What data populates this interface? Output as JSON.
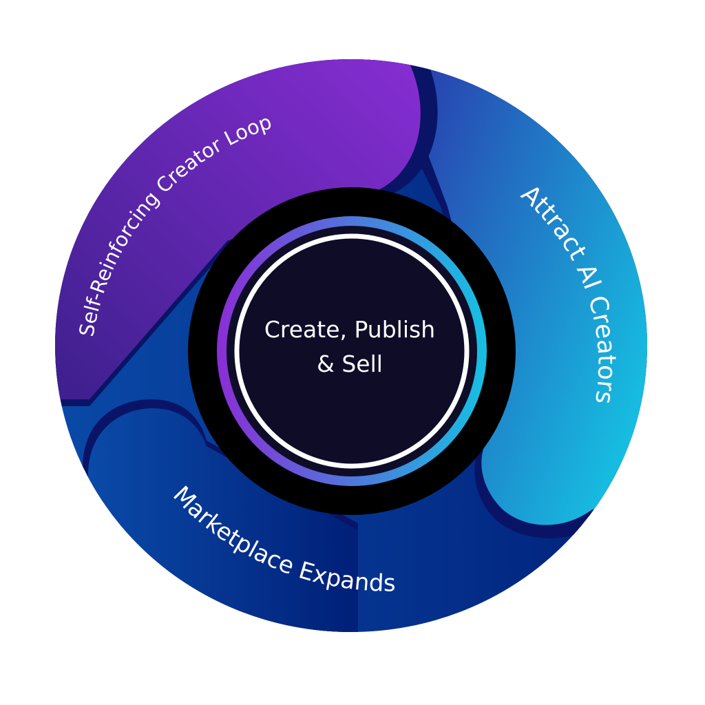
{
  "diagram": {
    "type": "cycle",
    "center": {
      "line1": "Create, Publish",
      "line2": "& Sell"
    },
    "segments": [
      {
        "id": "self-reinforcing",
        "label": "Self-Reinforcing Creator Loop",
        "colors": [
          "#3a1f8a",
          "#8a2ed6"
        ]
      },
      {
        "id": "attract",
        "label": "Attract AI Creators",
        "colors": [
          "#2b2fa8",
          "#16c0e2"
        ]
      },
      {
        "id": "marketplace",
        "label": "Marketplace Expands",
        "colors": [
          "#0a4aa8",
          "#001f78"
        ]
      }
    ],
    "colors": {
      "core": "#0f0c28",
      "ring_black": "#000000",
      "ring_white": "#ffffff",
      "ring_gradient": [
        "#8a2ed6",
        "#16c0e2"
      ],
      "shadow": "#0a1466"
    }
  }
}
